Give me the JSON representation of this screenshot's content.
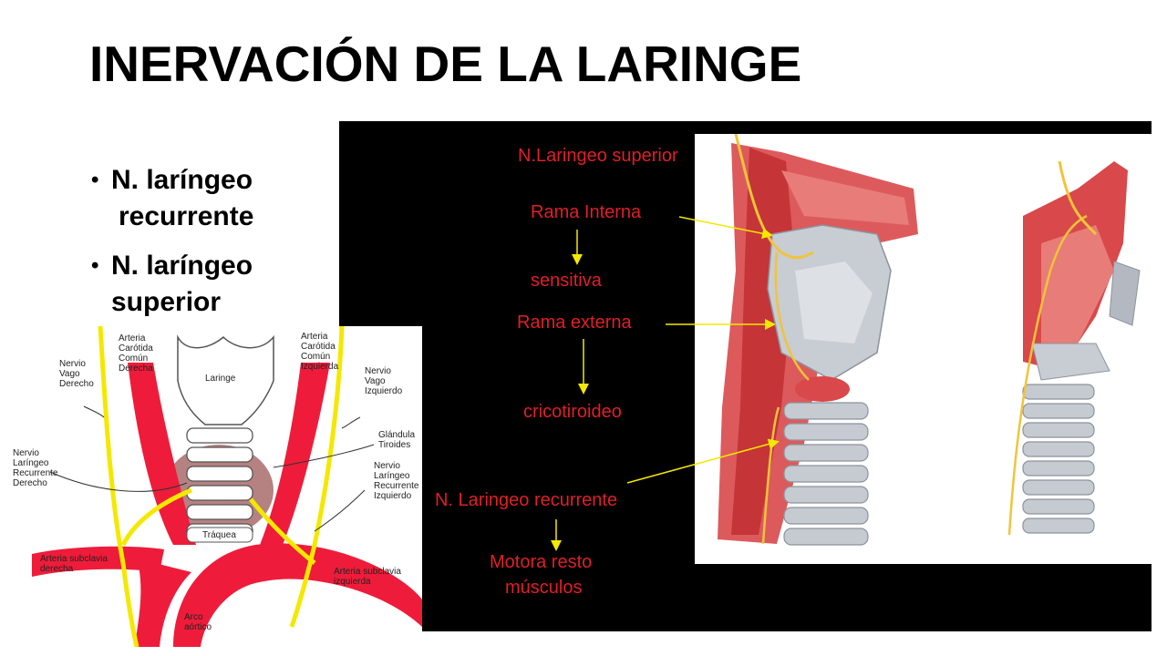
{
  "slide": {
    "title": "INERVACIÓN DE LA LARINGE",
    "bullets": [
      {
        "line1": "N. laríngeo",
        "line2": "recurrente"
      },
      {
        "line1": "N. laríngeo",
        "line2": "superior"
      }
    ]
  },
  "anatomy_labels": {
    "superior": "N.Laringeo superior",
    "internal": "Rama Interna",
    "sensitive": "sensitiva",
    "external": "Rama externa",
    "cricothyroid": "cricotiroideo",
    "recurrent": "N. Laringeo recurrente",
    "motor_1": "Motora resto",
    "motor_2": "músculos"
  },
  "scheme_labels": {
    "carotid_right": [
      "Arteria",
      "Carótida",
      "Común",
      "Derecha"
    ],
    "carotid_left": [
      "Arteria",
      "Carótida",
      "Común",
      "Izquierda"
    ],
    "vagus_right": [
      "Nervio",
      "Vago",
      "Derecho"
    ],
    "vagus_left": [
      "Nervio",
      "Vago",
      "Izquierdo"
    ],
    "larynx": "Laringe",
    "thyroid": [
      "Glándula",
      "Tiroides"
    ],
    "recurrent_right": [
      "Nervio",
      "Laríngeo",
      "Recurrente",
      "Derecho"
    ],
    "recurrent_left": [
      "Nervio",
      "Laríngeo",
      "Recurrente",
      "Izquierdo"
    ],
    "trachea": "Tráquea",
    "subclavian_right": [
      "Arteria subclavia",
      "derecha"
    ],
    "subclavian_left": [
      "Arteria subclavia",
      "izquierda"
    ],
    "aortic_arch": [
      "Arco",
      "aórtico"
    ]
  },
  "colors": {
    "label_red": "#e01f26",
    "nerve_yellow": "#f4e800",
    "artery_red": "#ee1c3a"
  }
}
